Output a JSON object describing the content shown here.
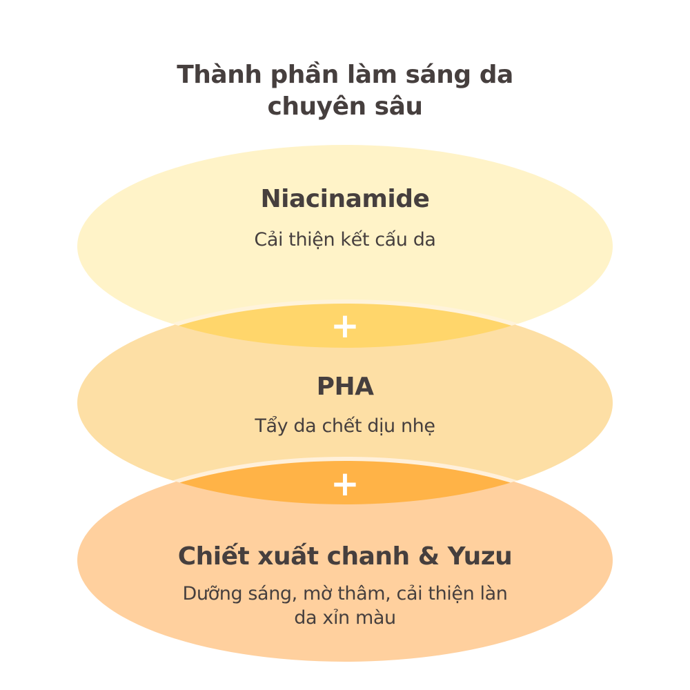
{
  "title": "Thành phần làm sáng da chuyên sâu",
  "ingredients": [
    {
      "name": "Niacinamide",
      "description": "Cải thiện kết cấu da"
    },
    {
      "name": "PHA",
      "description": "Tẩy da chết dịu nhẹ"
    },
    {
      "name": "Chiết xuất chanh & Yuzu",
      "description": "Dưỡng sáng, mờ thâm, cải thiện làn da xỉn màu"
    }
  ],
  "connector": "+",
  "colors": {
    "layer1": "#FFF3C8",
    "layer2": "#FDDFA5",
    "layer3": "#FFD09E",
    "overlap1": "#FFD66B",
    "overlap2": "#FFB347",
    "text": "#463F3E"
  }
}
